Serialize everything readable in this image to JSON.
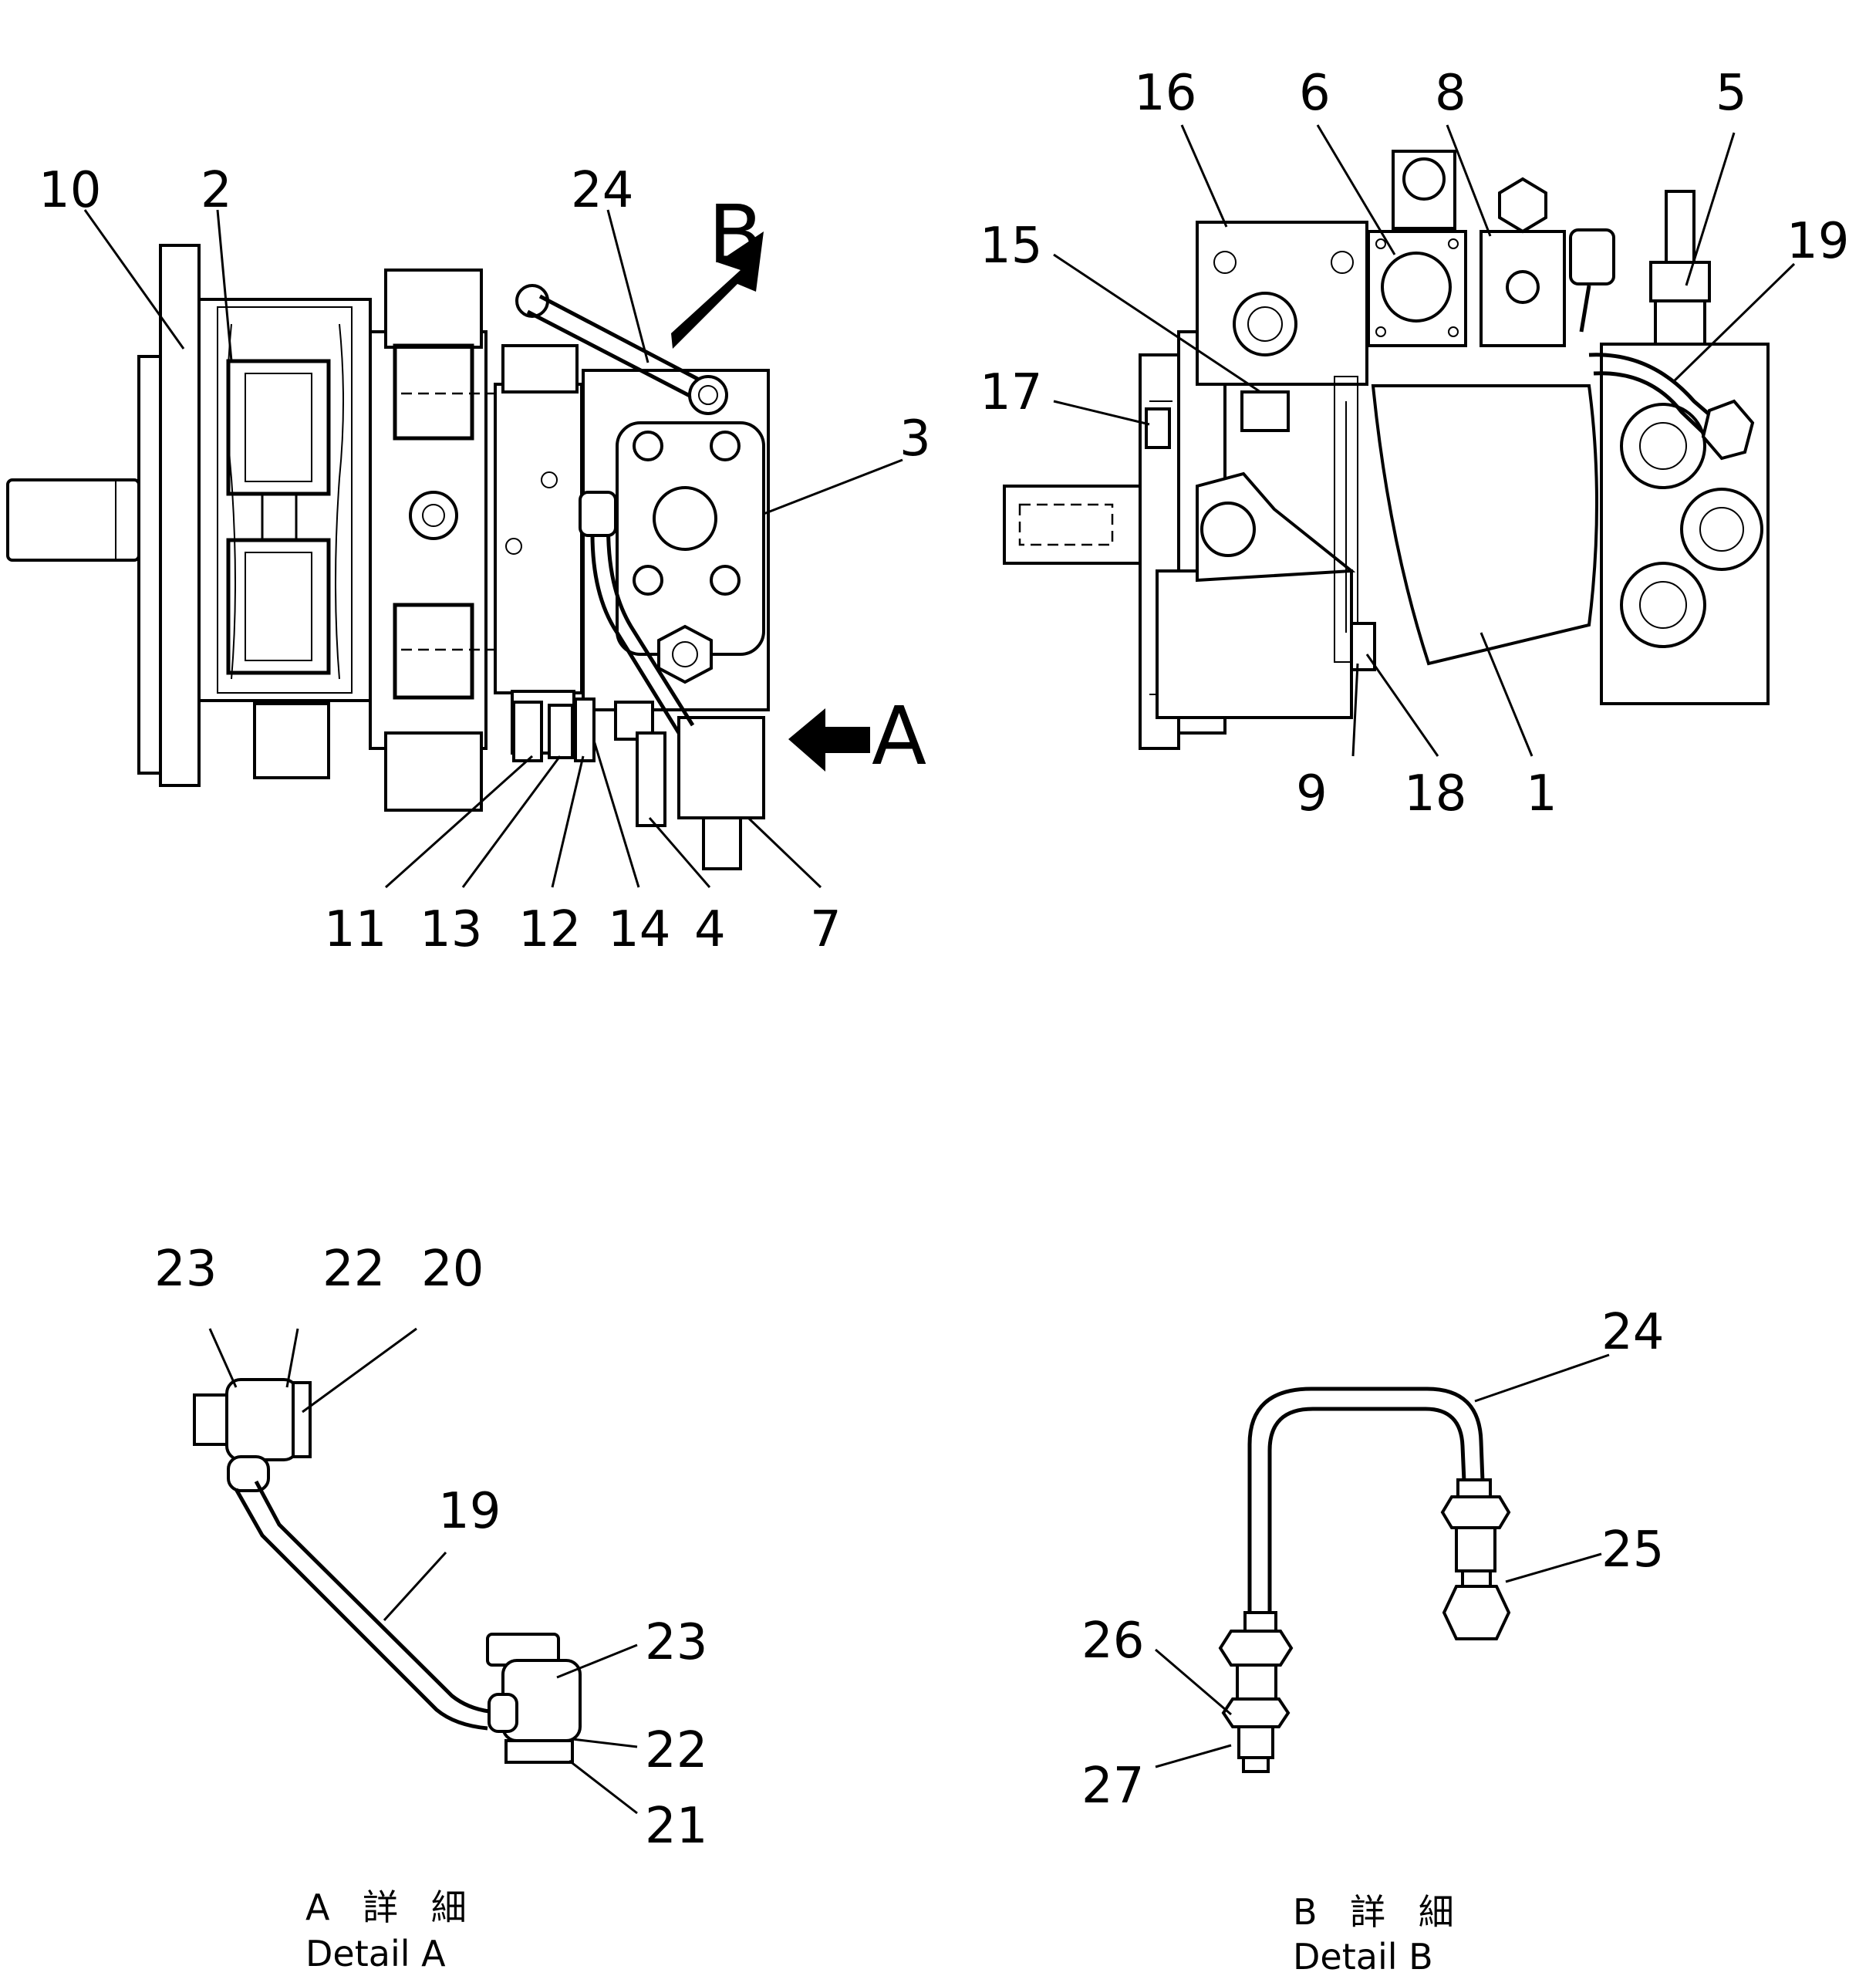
{
  "callouts": {
    "top_left": {
      "c10": "10",
      "c2": "2",
      "c24": "24",
      "c3": "3",
      "c11": "11",
      "c13": "13",
      "c12": "12",
      "c14": "14",
      "c4": "4",
      "c7": "7"
    },
    "top_right": {
      "c16": "16",
      "c6": "6",
      "c8": "8",
      "c5": "5",
      "c15": "15",
      "c19": "19",
      "c17": "17",
      "c9": "9",
      "c18": "18",
      "c1": "1"
    },
    "detail_a": {
      "c23a": "23",
      "c22a": "22",
      "c20": "20",
      "c19": "19",
      "c23b": "23",
      "c22b": "22",
      "c21": "21"
    },
    "detail_b": {
      "c24": "24",
      "c25": "25",
      "c26": "26",
      "c27": "27"
    }
  },
  "view_markers": {
    "b": "B",
    "a": "A"
  },
  "captions": {
    "detail_a_jp": "A 詳 細",
    "detail_a_en": "Detail A",
    "detail_b_jp": "B 詳 細",
    "detail_b_en": "Detail B"
  }
}
